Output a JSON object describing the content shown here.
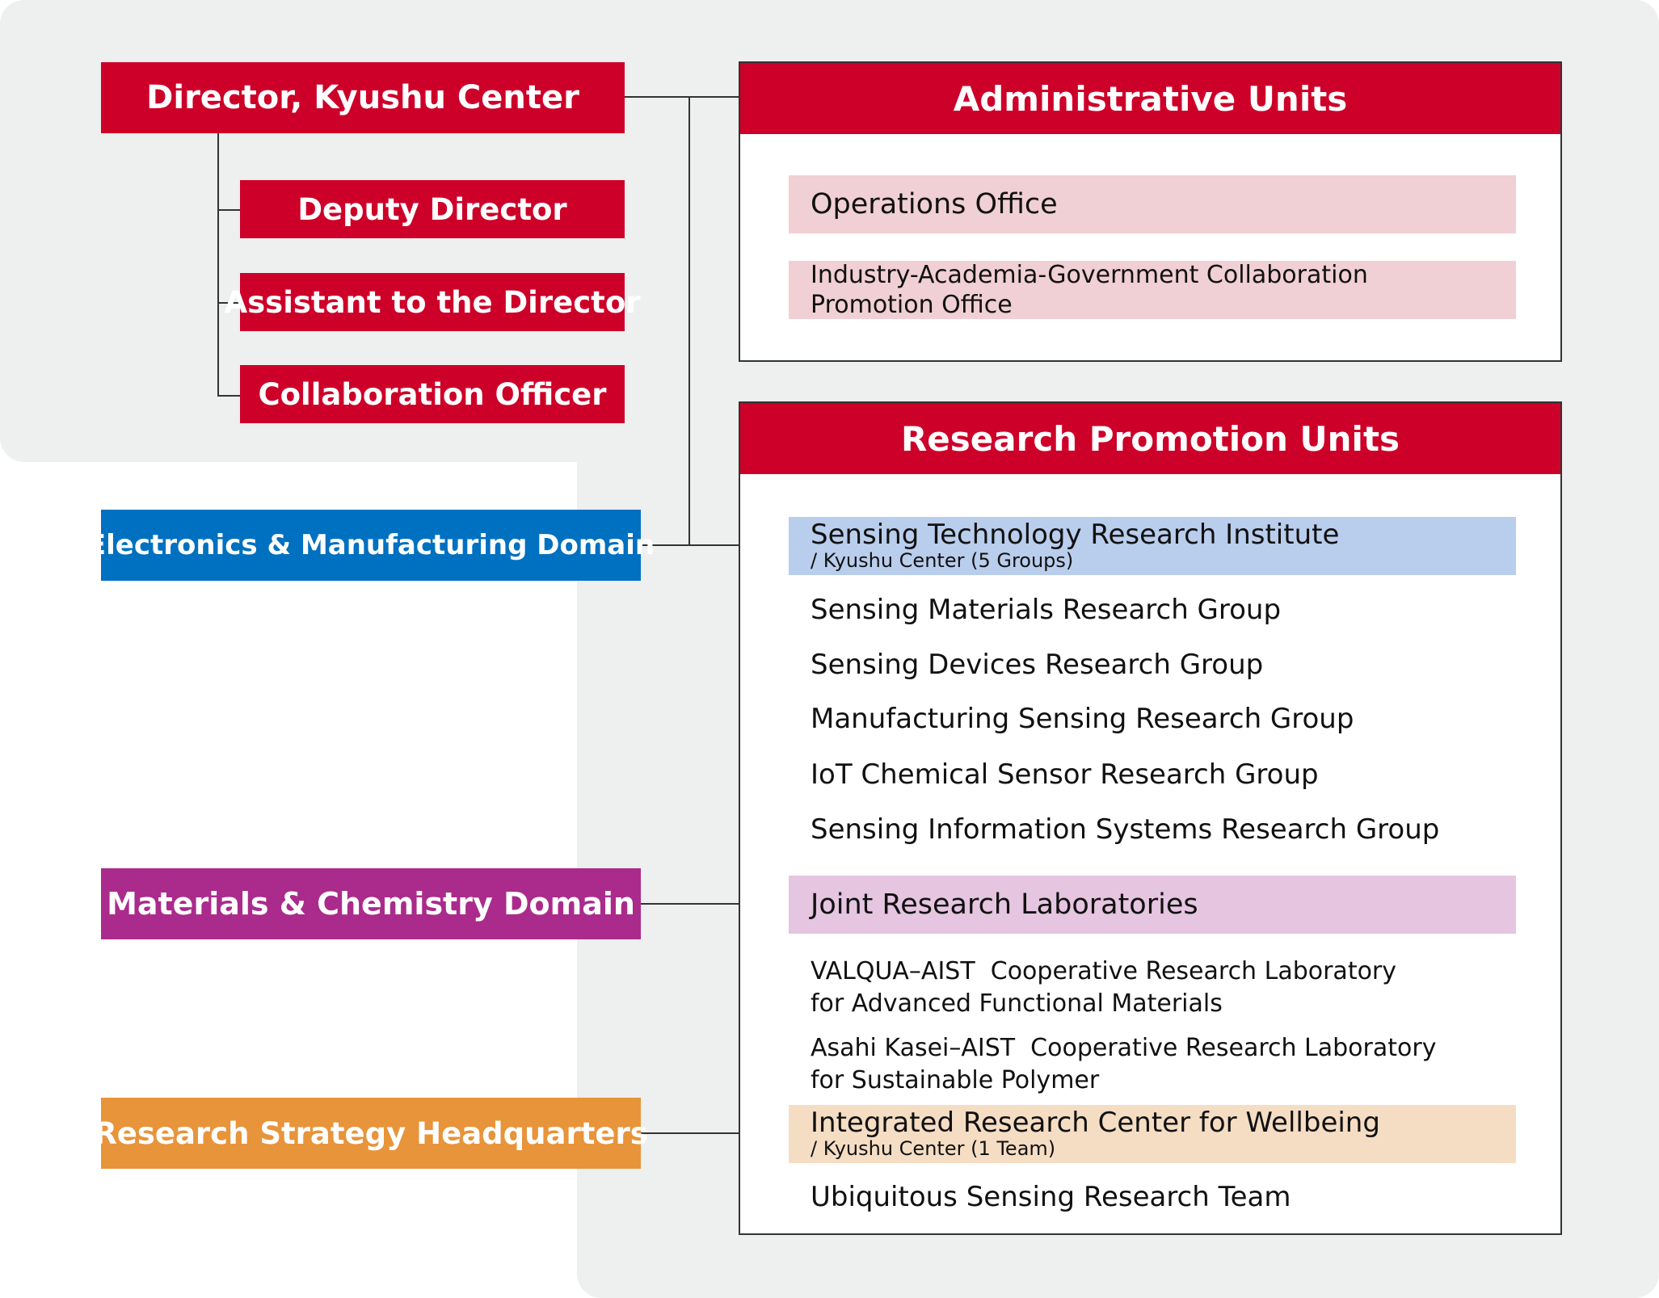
{
  "colors": {
    "red": "#cd0029",
    "electronics": "#0070c0",
    "materials": "#aa2b8c",
    "strategy": "#e8943a",
    "office_bar": "#f0d0d4",
    "sensing_bar": "#b9cdec",
    "joint_bar": "#e5c5e0",
    "wellbeing_bar": "#f5ddc4",
    "background_band": "#eeefef"
  },
  "director": {
    "title": "Director, Kyushu Center",
    "subordinates": [
      "Deputy Director",
      "Assistant to the Director",
      "Collaboration Officer"
    ]
  },
  "domains": {
    "electronics": "Electronics & Manufacturing Domain",
    "materials": "Materials & Chemistry Domain",
    "strategy": "Research Strategy Headquarters"
  },
  "administrative_units": {
    "title": "Administrative Units",
    "offices": [
      "Operations Office",
      [
        "Industry-Academia-Government Collaboration",
        "Promotion Office"
      ]
    ]
  },
  "research_promotion_units": {
    "title": "Research Promotion Units",
    "sensing_institute": {
      "name": "Sensing Technology Research Institute",
      "sub": "/ Kyushu Center (5 Groups)",
      "groups": [
        "Sensing Materials Research Group",
        "Sensing Devices Research Group",
        "Manufacturing Sensing Research Group",
        "IoT Chemical Sensor Research Group",
        "Sensing Information Systems Research Group"
      ]
    },
    "joint_labs": {
      "name": "Joint Research Laboratories",
      "labs": [
        [
          "VALQUA–AIST  Cooperative Research Laboratory",
          "for Advanced Functional Materials"
        ],
        [
          "Asahi Kasei–AIST  Cooperative Research Laboratory",
          "for Sustainable Polymer"
        ]
      ]
    },
    "wellbeing_center": {
      "name": "Integrated Research Center for Wellbeing",
      "sub": "/ Kyushu Center (1 Team)",
      "teams": [
        "Ubiquitous Sensing Research Team"
      ]
    }
  }
}
